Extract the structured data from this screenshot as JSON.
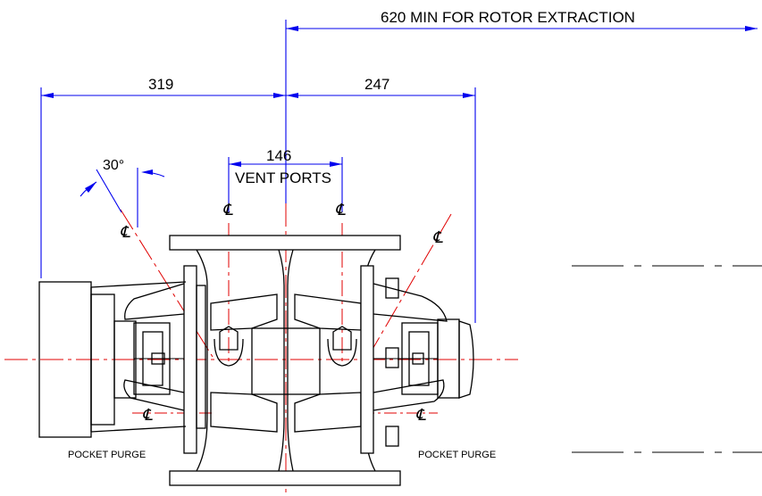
{
  "dimensions": {
    "rotor_extraction": "620 MIN FOR ROTOR EXTRACTION",
    "left_extent": "319",
    "right_extent": "247",
    "vent_port_spacing": "146",
    "vent_ports_label": "VENT PORTS",
    "angle": "30°"
  },
  "notes": {
    "pocket_purge_left": "POCKET PURGE",
    "pocket_purge_right": "POCKET PURGE"
  },
  "centerline_symbol": "℄",
  "colors": {
    "outline": "#000000",
    "centerline": "#e00000",
    "dimension": "#0000ee"
  }
}
